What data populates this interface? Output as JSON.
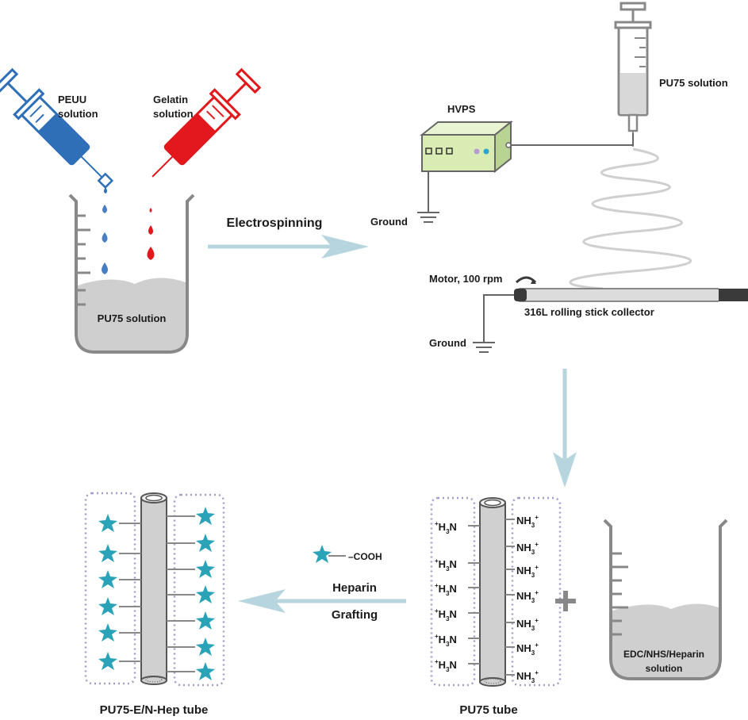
{
  "labels": {
    "peuu_line1": "PEUU",
    "peuu_line2": "solution",
    "gelatin_line1": "Gelatin",
    "gelatin_line2": "solution",
    "beaker1": "PU75 solution",
    "electrospinning": "Electrospinning",
    "hvps": "HVPS",
    "syringe_solution": "PU75 solution",
    "ground_top": "Ground",
    "ground_bottom": "Ground",
    "motor": "Motor, 100 rpm",
    "collector": "316L rolling stick collector",
    "cooh": "–COOH",
    "heparin": "Heparin",
    "grafting": "Grafting",
    "beaker2_line1": "EDC/NHS/Heparin",
    "beaker2_line2": "solution",
    "pu75_tube": "PU75 tube",
    "hep_tube": "PU75-E/N-Hep tube",
    "amine_left": "+H3N",
    "amine_right": "NH3+"
  },
  "colors": {
    "peuu": "#2f6fb7",
    "gelatin": "#e3181c",
    "arrow": "#b7d5de",
    "heparin_star": "#2aa3b8",
    "hvps_box": "#d9ecb4",
    "dotted_box": "#a79bc9",
    "solution_fill": "#cfcfcf"
  }
}
